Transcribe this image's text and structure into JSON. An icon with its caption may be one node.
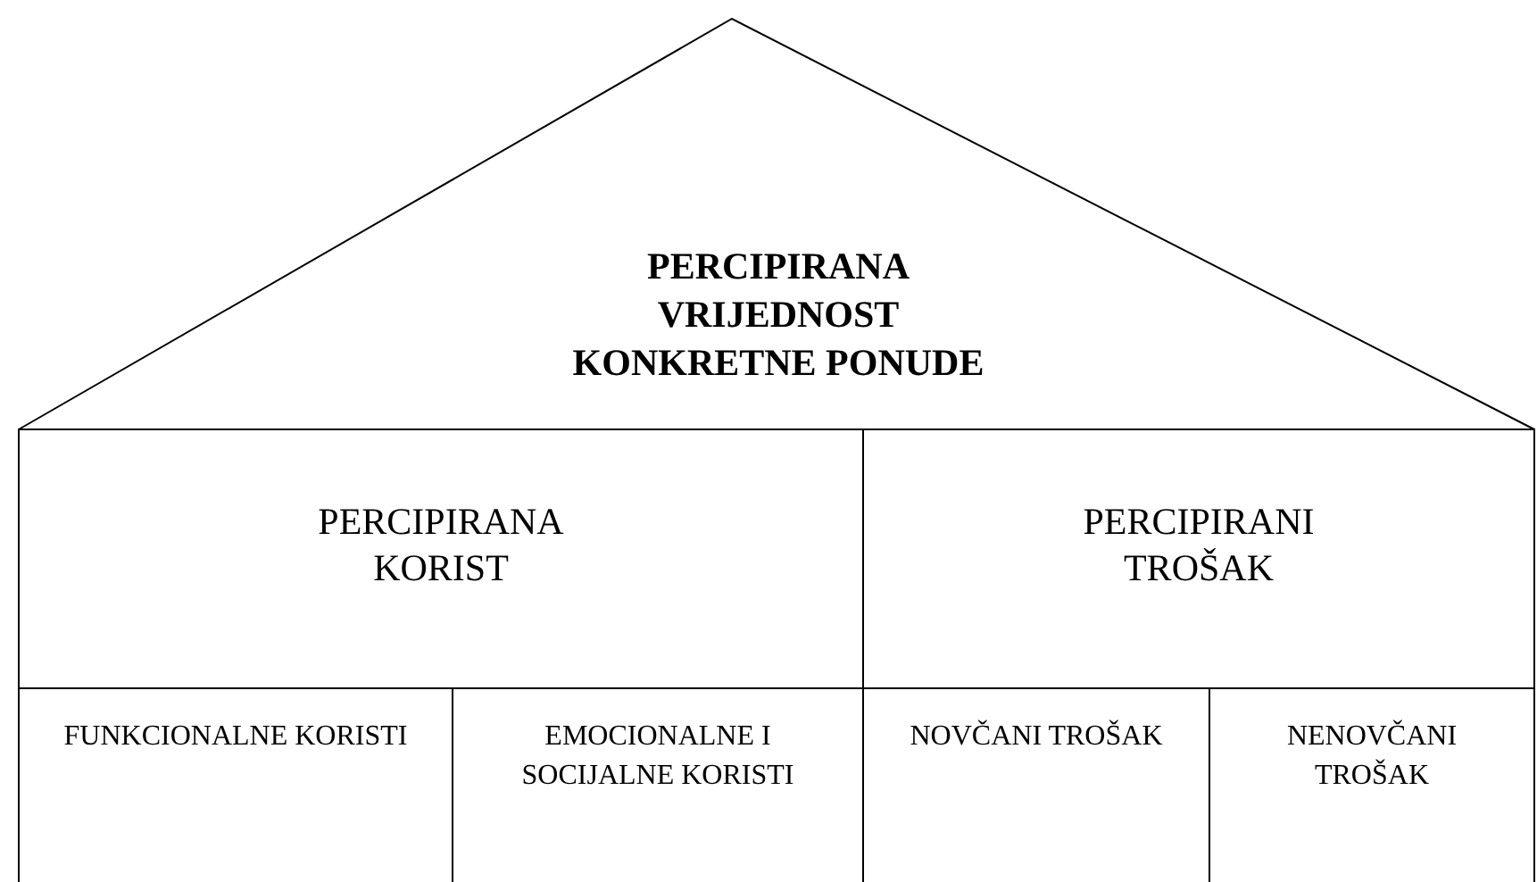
{
  "diagram": {
    "nodes": [
      {
        "text": [
          "PERCIPIRANA VRIJEDNOST KONKRETNE PONUDE"
        ]
      },
      {
        "text": [
          "PERCIPIRANA KORIST"
        ]
      },
      {
        "text": [
          "PERCIPIRANI TROŠAK"
        ]
      },
      {
        "text": [
          "FUNKCIONALNE KORISTI"
        ]
      },
      {
        "text": [
          "EMOCIONALNE I SOCIJALNE KORISTI"
        ]
      },
      {
        "text": [
          "NOVČANI TROŠAK"
        ]
      },
      {
        "text": [
          "NENOVČANI TROŠAK"
        ]
      }
    ]
  }
}
